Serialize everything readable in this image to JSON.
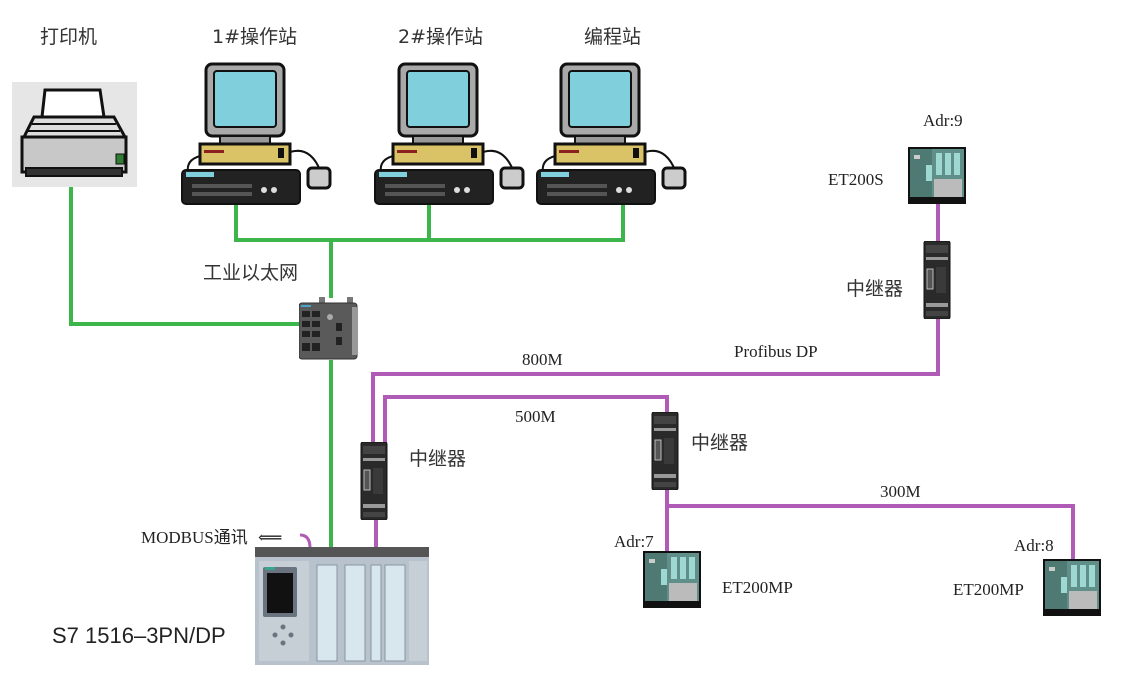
{
  "diagram": {
    "title": "",
    "colors": {
      "ethernet": "#3cb54a",
      "profibus": "#b05bb5",
      "background": "#ffffff"
    },
    "nodes": {
      "printer": {
        "label": "打印机",
        "icon": "printer-icon"
      },
      "station1": {
        "label": "1#操作站",
        "icon": "workstation-icon"
      },
      "station2": {
        "label": "2#操作站",
        "icon": "workstation-icon"
      },
      "programming": {
        "label": "编程站",
        "icon": "workstation-icon"
      },
      "switch": {
        "label": "工业以太网",
        "icon": "network-switch-icon"
      },
      "plc": {
        "label": "S7 1516–3PN/DP",
        "icon": "plc-icon"
      },
      "modbus": {
        "label": "MODBUS通讯",
        "arrow": "⟸"
      },
      "repeater_main": {
        "label": "中继器",
        "icon": "repeater-icon"
      },
      "repeater_mid": {
        "label": "中继器",
        "icon": "repeater-icon"
      },
      "repeater_top": {
        "label": "中继器",
        "icon": "repeater-icon"
      },
      "et200s": {
        "label": "ET200S",
        "address": "Adr:9",
        "icon": "io-station-icon"
      },
      "et200mp_7": {
        "label": "ET200MP",
        "address": "Adr:7",
        "icon": "io-station-icon"
      },
      "et200mp_8": {
        "label": "ET200MP",
        "address": "Adr:8",
        "icon": "io-station-icon"
      }
    },
    "links": {
      "bus_name": "Profibus DP",
      "seg_800": "800M",
      "seg_500": "500M",
      "seg_300": "300M"
    },
    "edges": [
      {
        "from": "printer",
        "to": "switch",
        "type": "ethernet"
      },
      {
        "from": "station1",
        "to": "switch",
        "type": "ethernet"
      },
      {
        "from": "station2",
        "to": "switch",
        "type": "ethernet"
      },
      {
        "from": "programming",
        "to": "switch",
        "type": "ethernet"
      },
      {
        "from": "switch",
        "to": "plc",
        "type": "ethernet"
      },
      {
        "from": "plc",
        "to": "repeater_main",
        "type": "profibus"
      },
      {
        "from": "repeater_main",
        "to": "repeater_top",
        "type": "profibus",
        "label": "800M"
      },
      {
        "from": "repeater_top",
        "to": "et200s",
        "type": "profibus"
      },
      {
        "from": "repeater_main",
        "to": "repeater_mid",
        "type": "profibus",
        "label": "500M"
      },
      {
        "from": "repeater_mid",
        "to": "et200mp_7",
        "type": "profibus"
      },
      {
        "from": "repeater_mid",
        "to": "et200mp_8",
        "type": "profibus",
        "label": "300M"
      }
    ]
  }
}
